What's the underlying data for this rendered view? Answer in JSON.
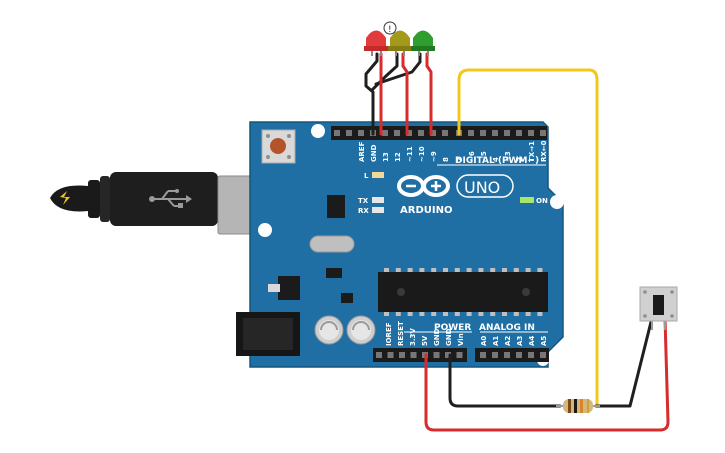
{
  "board": {
    "brand": "ARDUINO",
    "model": "UNO",
    "on_label": "ON",
    "tx_label": "TX",
    "rx_label": "RX",
    "l_label": "L",
    "digital_header": "DIGITAL (PWM~)",
    "power_header": "POWER",
    "analog_header": "ANALOG IN",
    "digital_pins": [
      "AREF",
      "GND",
      "13",
      "12",
      "~11",
      "~10",
      "~9",
      "8",
      "7",
      "~6",
      "~5",
      "4",
      "~3",
      "2",
      "TX→1",
      "RX←0"
    ],
    "power_pins": [
      "IOREF",
      "RESET",
      "3.3V",
      "5V",
      "GND",
      "GND",
      "Vin"
    ],
    "analog_pins": [
      "A0",
      "A1",
      "A2",
      "A3",
      "A4",
      "A5"
    ]
  },
  "leds": [
    {
      "color": "red",
      "hex": "#e23b3b"
    },
    {
      "color": "yellow",
      "hex": "#a39a1c"
    },
    {
      "color": "green",
      "hex": "#2e9e2e"
    }
  ],
  "warning_badge": "!",
  "wire_colors": {
    "red": "#d62c2c",
    "black": "#1f1f1f",
    "yellow": "#f2c81b"
  },
  "board_color": "#1f6fa5"
}
